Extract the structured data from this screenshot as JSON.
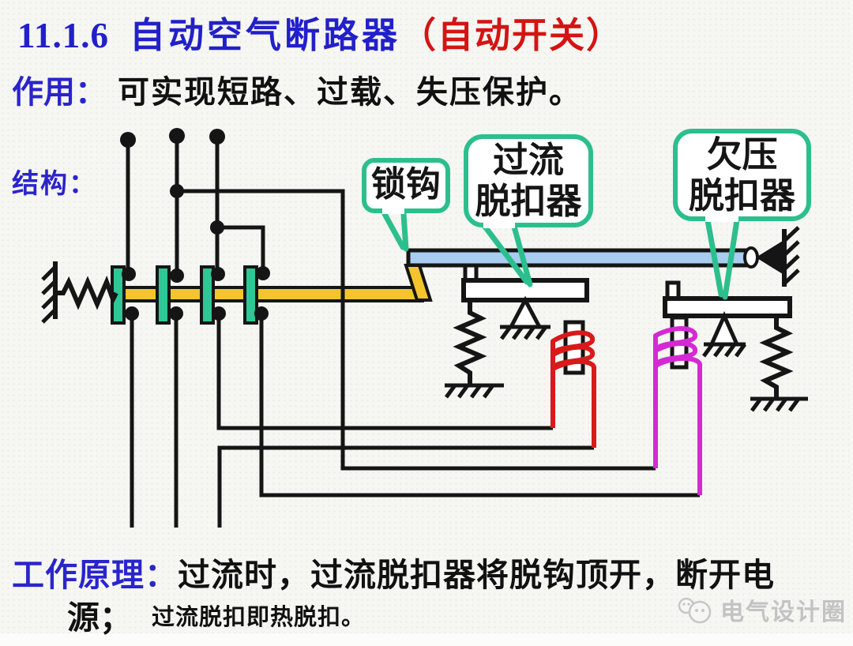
{
  "title": {
    "number": "11.1.6",
    "main": "自动空气断路器",
    "paren": "（自动开关）"
  },
  "function_line": {
    "label": "作用：",
    "text": "可实现短路、过载、失压保护。"
  },
  "structure_label": "结构：",
  "callouts": [
    {
      "id": "lock-hook",
      "label": "锁钩"
    },
    {
      "id": "overcurrent-release",
      "line1": "过流",
      "line2": "脱扣器"
    },
    {
      "id": "undervoltage-release",
      "line1": "欠压",
      "line2": "脱扣器"
    }
  ],
  "principle": {
    "label": "工作原理：",
    "line1": "过流时，过流脱扣器将脱钩顶开，断开电",
    "line2": "源；",
    "note": "过流脱扣即热脱扣。"
  },
  "watermark": {
    "logo": "wechat-bubbles-logo",
    "text": "电气设计圈"
  },
  "colors": {
    "heading_blue": "#2220c9",
    "heading_red": "#d41414",
    "bubble_green": "#2cbf8e",
    "bar_yellow": "#f3c52d",
    "trip_bar_blue": "#a8cdf0",
    "contact_green": "#2ec795",
    "coil_red": "#d81a1a",
    "coil_magenta": "#d42ad4",
    "wire_black": "#151515",
    "watermark_gray": "#c3c3c3",
    "background": "#f6f6f3"
  }
}
